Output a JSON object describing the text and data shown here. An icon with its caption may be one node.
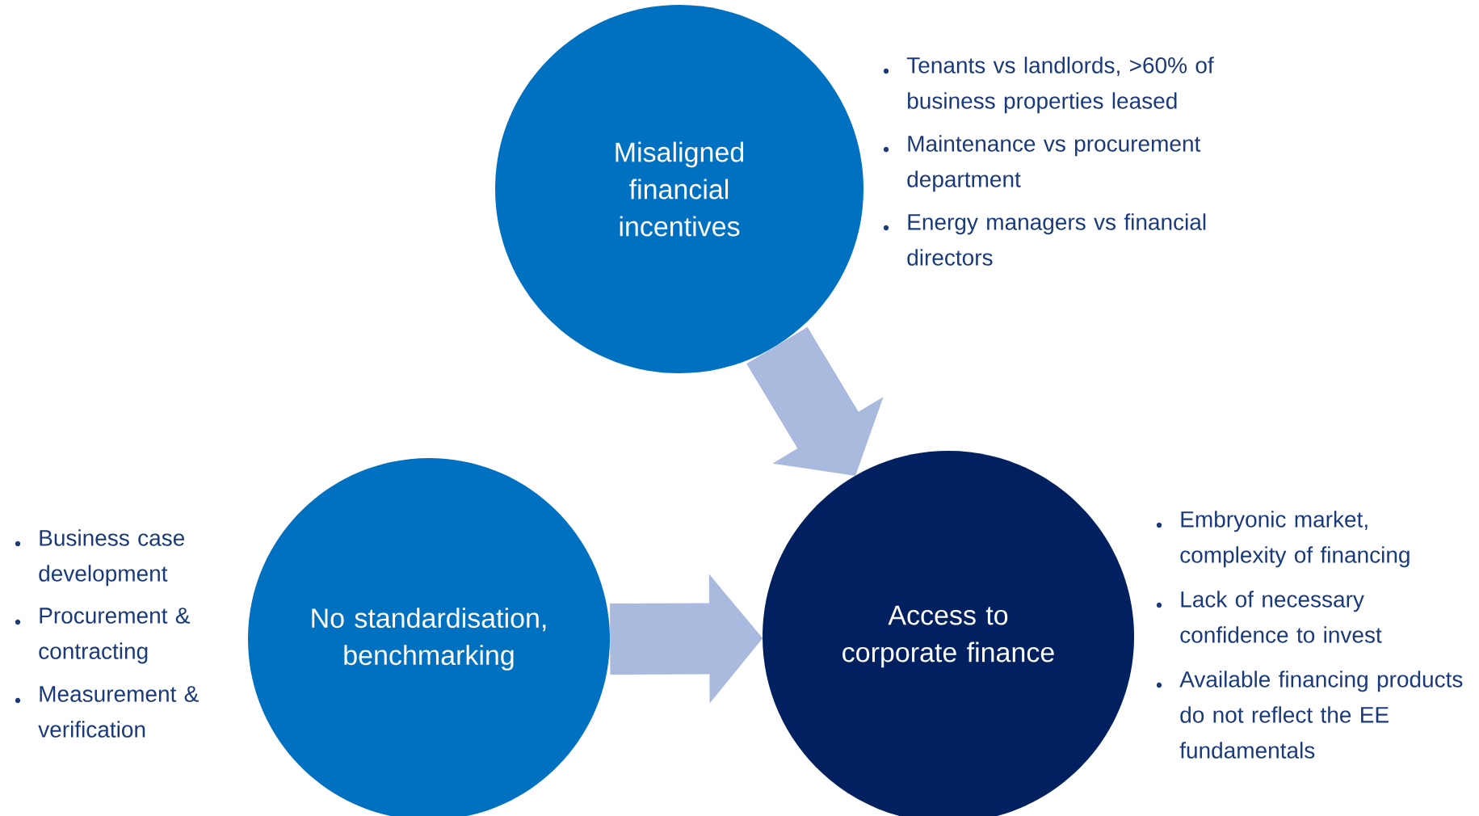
{
  "diagram": {
    "nodes": [
      {
        "text": [
          "Misaligned financial incentives"
        ],
        "beside": [
          "Tenants vs landlords, >60% of business properties leased",
          "Maintenance vs procurement department",
          "Energy managers vs financial directors"
        ]
      },
      {
        "text": [
          "No standardisation, benchmarking"
        ],
        "beside": [
          "Business case development",
          "Procurement & contracting",
          "Measurement & verification"
        ]
      },
      {
        "text": [
          "Access to corporate finance"
        ],
        "beside": [
          "Embryonic market, complexity of financing",
          "Lack of necessary confidence to invest",
          "Available financing products do  not reflect the EE fundamentals"
        ]
      }
    ],
    "edges": [
      {
        "from": 0,
        "to": 2,
        "arrow": "to"
      },
      {
        "from": 1,
        "to": 2,
        "arrow": "to"
      }
    ]
  }
}
